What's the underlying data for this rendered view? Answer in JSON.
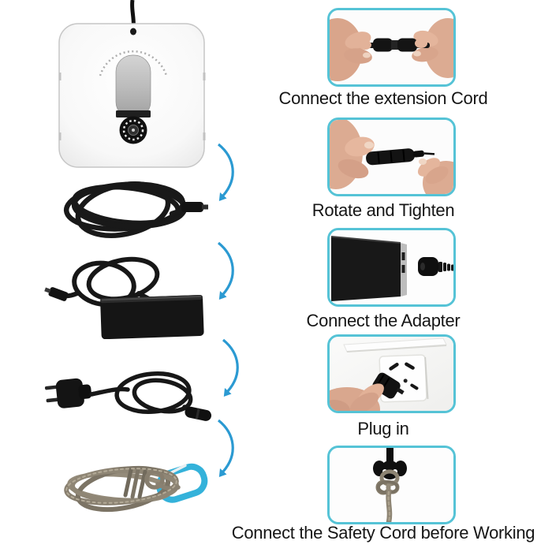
{
  "image_type": "window-cleaning-robot setup instructions",
  "colors": {
    "background": "#ffffff",
    "frame_border": "#55c3d6",
    "arrow_blue": "#2b9ad2",
    "caption_text": "#161616",
    "cable_black": "#161616",
    "rope_gray": "#8a8171",
    "carabiner_cyan": "#34b2da",
    "skin_tone": "#dcab92"
  },
  "steps": [
    {
      "caption": "Connect the extension Cord",
      "photo": "hands-connecting-extension-cord"
    },
    {
      "caption": "Rotate and Tighten",
      "photo": "hands-rotating-connector"
    },
    {
      "caption": "Connect the Adapter",
      "photo": "adapter-with-figure8-plug"
    },
    {
      "caption": "Plug in",
      "photo": "hand-plugging-into-wall-outlet"
    },
    {
      "caption": "Connect the Safety Cord before Working",
      "photo": "safety-rope-knotted-to-anchor"
    }
  ],
  "equipment": [
    {
      "name": "window-cleaning-robot"
    },
    {
      "name": "coiled-extension-cord"
    },
    {
      "name": "power-adapter"
    },
    {
      "name": "power-cord-with-eu-plug"
    },
    {
      "name": "safety-rope-with-carabiner"
    }
  ]
}
